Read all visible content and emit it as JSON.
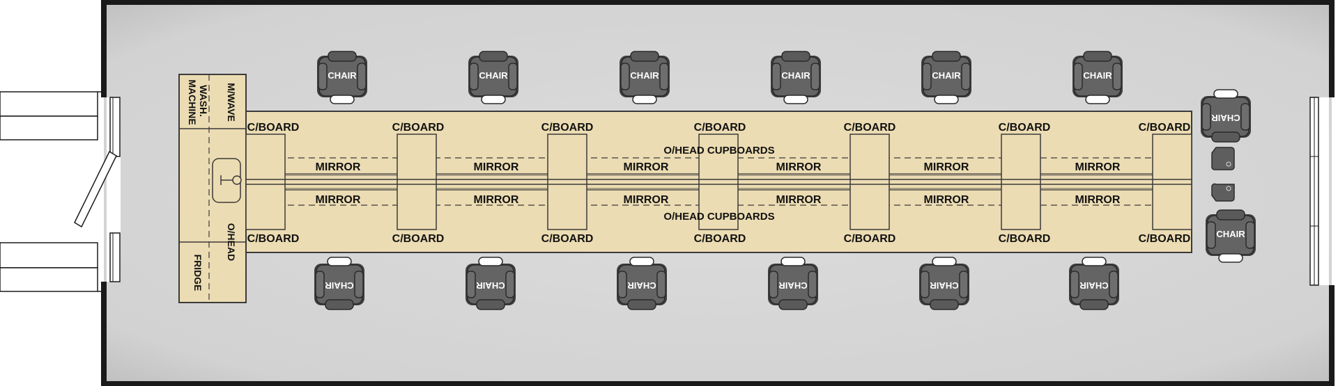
{
  "colors": {
    "floor": "#d3d3d3",
    "wall": "#1a1a1a",
    "counter": "#ecdcb3",
    "counter_edge": "#3a3a3a",
    "chair": "#5b5b5b",
    "chair_dark": "#3c3c3c",
    "cushion": "#ffffff"
  },
  "kitchen": {
    "microwave_label": "M/WAVE",
    "washing_machine_label": "WASH. MACHINE",
    "overhead_label": "O/HEAD",
    "fridge_label": "FRIDGE"
  },
  "counter": {
    "cupboard_label": "C/BOARD",
    "mirror_label": "MIRROR",
    "overhead_cupboards_label": "O/HEAD CUPBOARDS"
  },
  "chairs": {
    "label": "CHAIR",
    "top_row_count": 6,
    "bottom_row_count": 6,
    "end_count": 2
  }
}
